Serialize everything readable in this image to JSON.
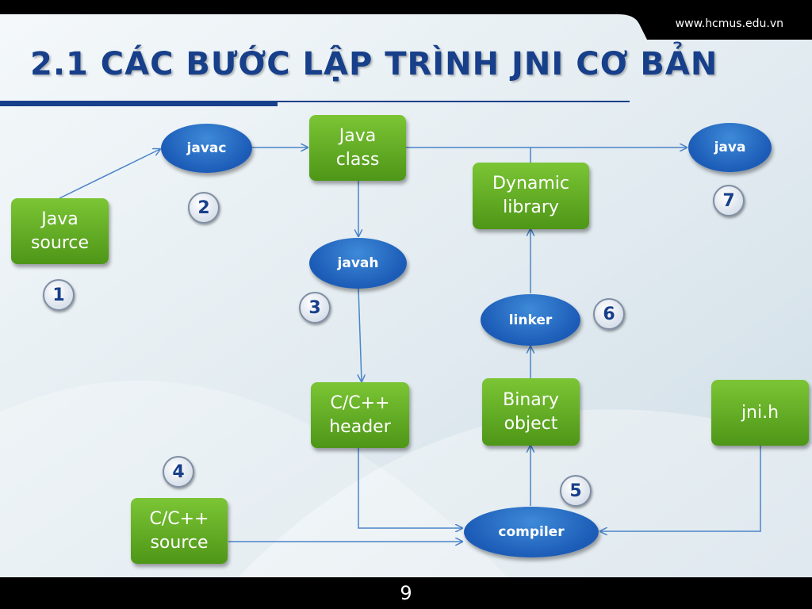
{
  "header": {
    "url": "www.hcmus.edu.vn",
    "title": "2.1 CÁC BƯỚC LẬP TRÌNH JNI CƠ BẢN"
  },
  "footer": {
    "page_number": "9"
  },
  "diagram": {
    "boxes": {
      "java_source": "Java\nsource",
      "java_class": "Java\nclass",
      "dynamic_library": "Dynamic\nlibrary",
      "cc_header": "C/C++\nheader",
      "binary_object": "Binary\nobject",
      "jni_h": "jni.h",
      "cc_source": "C/C++\nsource"
    },
    "tools": {
      "javac": "javac",
      "java": "java",
      "javah": "javah",
      "linker": "linker",
      "compiler": "compiler"
    },
    "steps": [
      "1",
      "2",
      "3",
      "4",
      "5",
      "6",
      "7"
    ]
  },
  "colors": {
    "title": "#173f8a",
    "box_green": "#5ea823",
    "oval_blue": "#1f62bf",
    "arrow": "#4a84c8",
    "background": "#e7eff3"
  }
}
